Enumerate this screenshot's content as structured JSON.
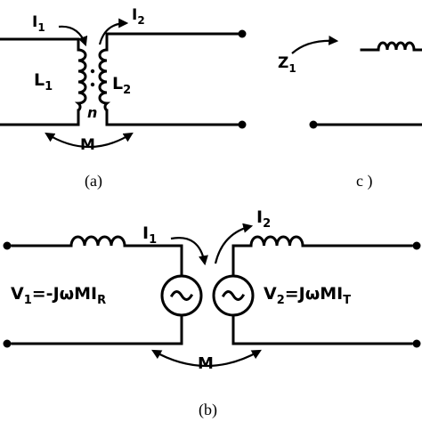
{
  "figure": {
    "panel_a": {
      "caption": "(a)",
      "current_in": {
        "main": "I",
        "sub": "1"
      },
      "current_out": {
        "main": "I",
        "sub": "2"
      },
      "primary": {
        "main": "L",
        "sub": "1"
      },
      "secondary": {
        "main": "L",
        "sub": "2"
      },
      "ratio": "n",
      "mutual": "M"
    },
    "panel_b": {
      "caption": "(b)",
      "current_in": {
        "main": "I",
        "sub": "1"
      },
      "current_out": {
        "main": "I",
        "sub": "2"
      },
      "source_left": {
        "v": "V",
        "vsub": "1",
        "expr": "=-JωMI",
        "esub": "R"
      },
      "source_right": {
        "v": "V",
        "vsub": "2",
        "expr": "=JωMI",
        "esub": "T"
      },
      "mutual": "M"
    },
    "panel_c": {
      "caption": "c )",
      "impedance": {
        "main": "Z",
        "sub": "1"
      }
    }
  }
}
